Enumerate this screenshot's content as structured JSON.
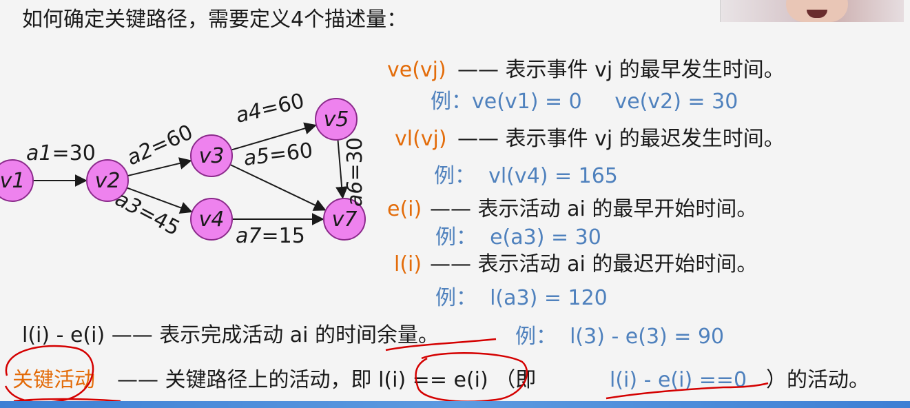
{
  "heading": "如何确定关键路径，需要定义4个描述量：",
  "graph": {
    "nodes": [
      {
        "id": "v1",
        "label": "v1"
      },
      {
        "id": "v2",
        "label": "v2"
      },
      {
        "id": "v3",
        "label": "v3"
      },
      {
        "id": "v4",
        "label": "v4"
      },
      {
        "id": "v5",
        "label": "v5"
      },
      {
        "id": "v7",
        "label": "v7"
      }
    ],
    "edges": [
      {
        "from": "v1",
        "to": "v2",
        "label": "a1=30"
      },
      {
        "from": "v2",
        "to": "v3",
        "label": "a2=60"
      },
      {
        "from": "v2",
        "to": "v4",
        "label": "a3=45"
      },
      {
        "from": "v3",
        "to": "v5",
        "label": "a4=60"
      },
      {
        "from": "v3",
        "to": "v7",
        "label": "a5=60"
      },
      {
        "from": "v5",
        "to": "v7",
        "label": "a6=30"
      },
      {
        "from": "v4",
        "to": "v7",
        "label": "a7=15"
      }
    ],
    "node_color": "#ee82ee",
    "node_stroke": "#8b2a8b"
  },
  "definitions": {
    "ve_term": "ve(vj)",
    "ve_desc": "—— 表示事件 vj 的最早发生时间。",
    "ve_example": "例：ve(v1) = 0     ve(v2) = 30",
    "vl_term": "vl(vj)",
    "vl_desc": "—— 表示事件 vj 的最迟发生时间。",
    "vl_example": "例：  vl(v4) = 165",
    "e_term": "e(i)",
    "e_desc": "—— 表示活动 ai 的最早开始时间。",
    "e_example": "例：  e(a3) = 30",
    "l_term": "l(i)",
    "l_desc": "—— 表示活动 ai 的最迟开始时间。",
    "l_example": "例：  l(a3) = 120"
  },
  "slack": {
    "text": "l(i) - e(i) —— 表示完成活动 ai 的时间余量。",
    "example": "例：  l(3) - e(3) = 90"
  },
  "critical": {
    "term": "关键活动",
    "desc": "—— 关键路径上的活动，即 l(i) == e(i) （即",
    "formula": "l(i) - e(i) ==0",
    "tail": "）的活动。"
  },
  "colors": {
    "orange": "#e36c0a",
    "blue": "#4f81bd",
    "annotation_red": "#d40000",
    "bar": "#3d7fd4"
  }
}
